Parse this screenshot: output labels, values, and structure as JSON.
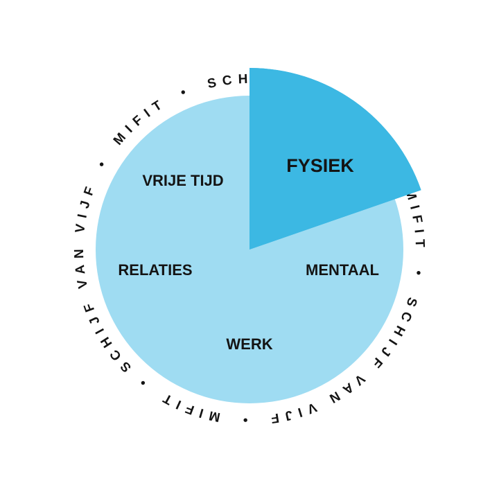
{
  "wheel": {
    "ring_text": [
      "SCHIJF VAN VIJF",
      "•",
      "MIFIT",
      "•",
      "SCHIJF VAN VIJF",
      "•",
      "MIFIT",
      "•",
      "SCHIJF VAN VIJF",
      "•",
      "MIFIT",
      "•"
    ],
    "segments": [
      {
        "id": "fysiek",
        "label": "FYSIEK",
        "highlighted": true
      },
      {
        "id": "mentaal",
        "label": "MENTAAL",
        "highlighted": false
      },
      {
        "id": "werk",
        "label": "WERK",
        "highlighted": false
      },
      {
        "id": "relaties",
        "label": "RELATIES",
        "highlighted": false
      },
      {
        "id": "vrije-tijd",
        "label": "VRIJE TIJD",
        "highlighted": false
      }
    ],
    "colors": {
      "base": "#9fdcf2",
      "highlight": "#3cb8e3",
      "text": "#141414",
      "background": "#ffffff"
    }
  }
}
